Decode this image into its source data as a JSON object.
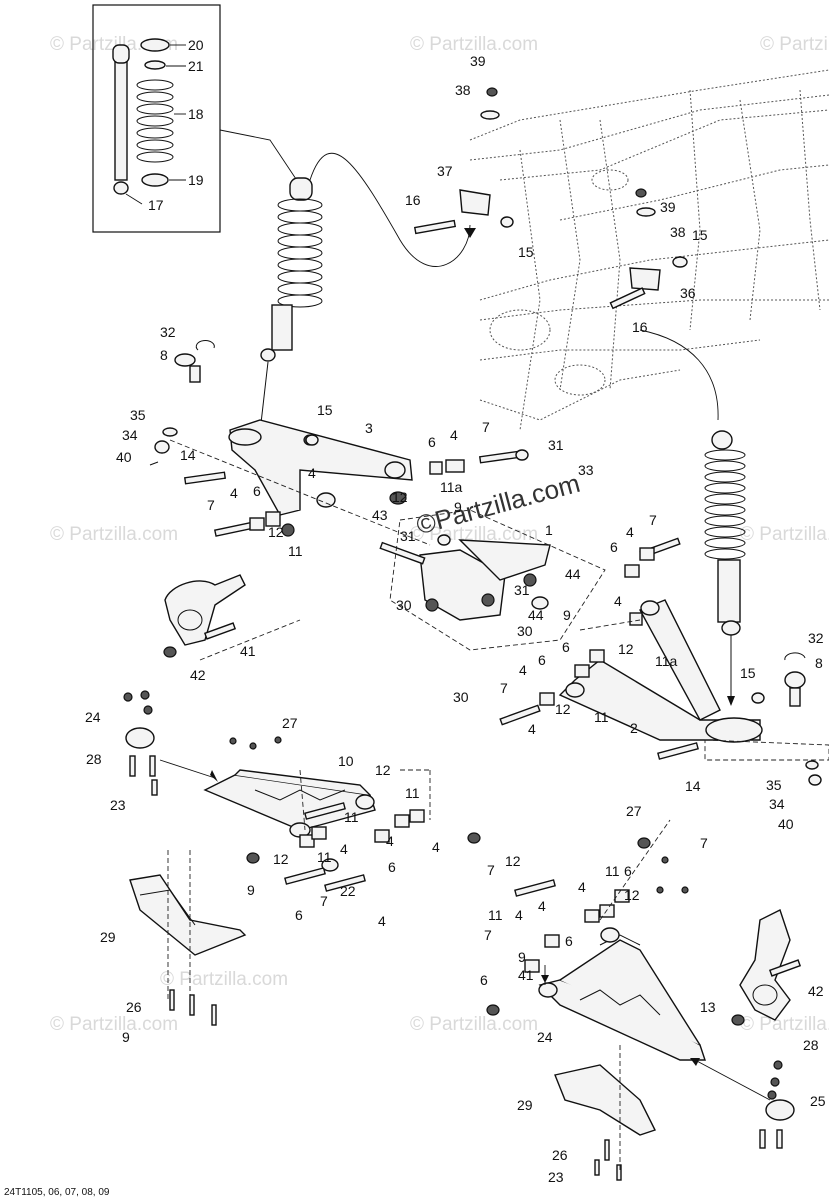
{
  "watermarks": [
    "© Partzilla.com",
    "© Partzilla.com",
    "© Partzilla.com",
    "© Partzilla.com",
    "© Partzilla.com",
    "© Partzilla.com",
    "© Partzilla.com",
    "© Partzilla.com",
    "© Partzilla.com",
    "© Partzilla.com"
  ],
  "center_watermark": "©Partzilla.com",
  "diagram_code": "24T1105, 06, 07, 08, 09",
  "callouts": [
    "20",
    "21",
    "18",
    "19",
    "17",
    "39",
    "38",
    "37",
    "16",
    "15",
    "39",
    "38",
    "15",
    "36",
    "16",
    "32",
    "8",
    "35",
    "34",
    "40",
    "15",
    "3",
    "6",
    "4",
    "7",
    "31",
    "33",
    "14",
    "4",
    "12",
    "11a",
    "4",
    "6",
    "7",
    "12",
    "11",
    "43",
    "9",
    "31",
    "1",
    "44",
    "31",
    "44",
    "9",
    "30",
    "30",
    "30",
    "6",
    "7",
    "4",
    "6",
    "4",
    "12",
    "11a",
    "41",
    "42",
    "4",
    "6",
    "7",
    "4",
    "12",
    "11",
    "32",
    "8",
    "15",
    "2",
    "14",
    "35",
    "34",
    "40",
    "24",
    "27",
    "28",
    "23",
    "10",
    "12",
    "11",
    "11",
    "4",
    "6",
    "4",
    "12",
    "11",
    "4",
    "9",
    "7",
    "4",
    "6",
    "7",
    "22",
    "29",
    "26",
    "9",
    "27",
    "7",
    "12",
    "11",
    "6",
    "4",
    "12",
    "11",
    "4",
    "4",
    "7",
    "6",
    "9",
    "6",
    "41",
    "42",
    "13",
    "24",
    "28",
    "25",
    "29",
    "26",
    "23"
  ]
}
